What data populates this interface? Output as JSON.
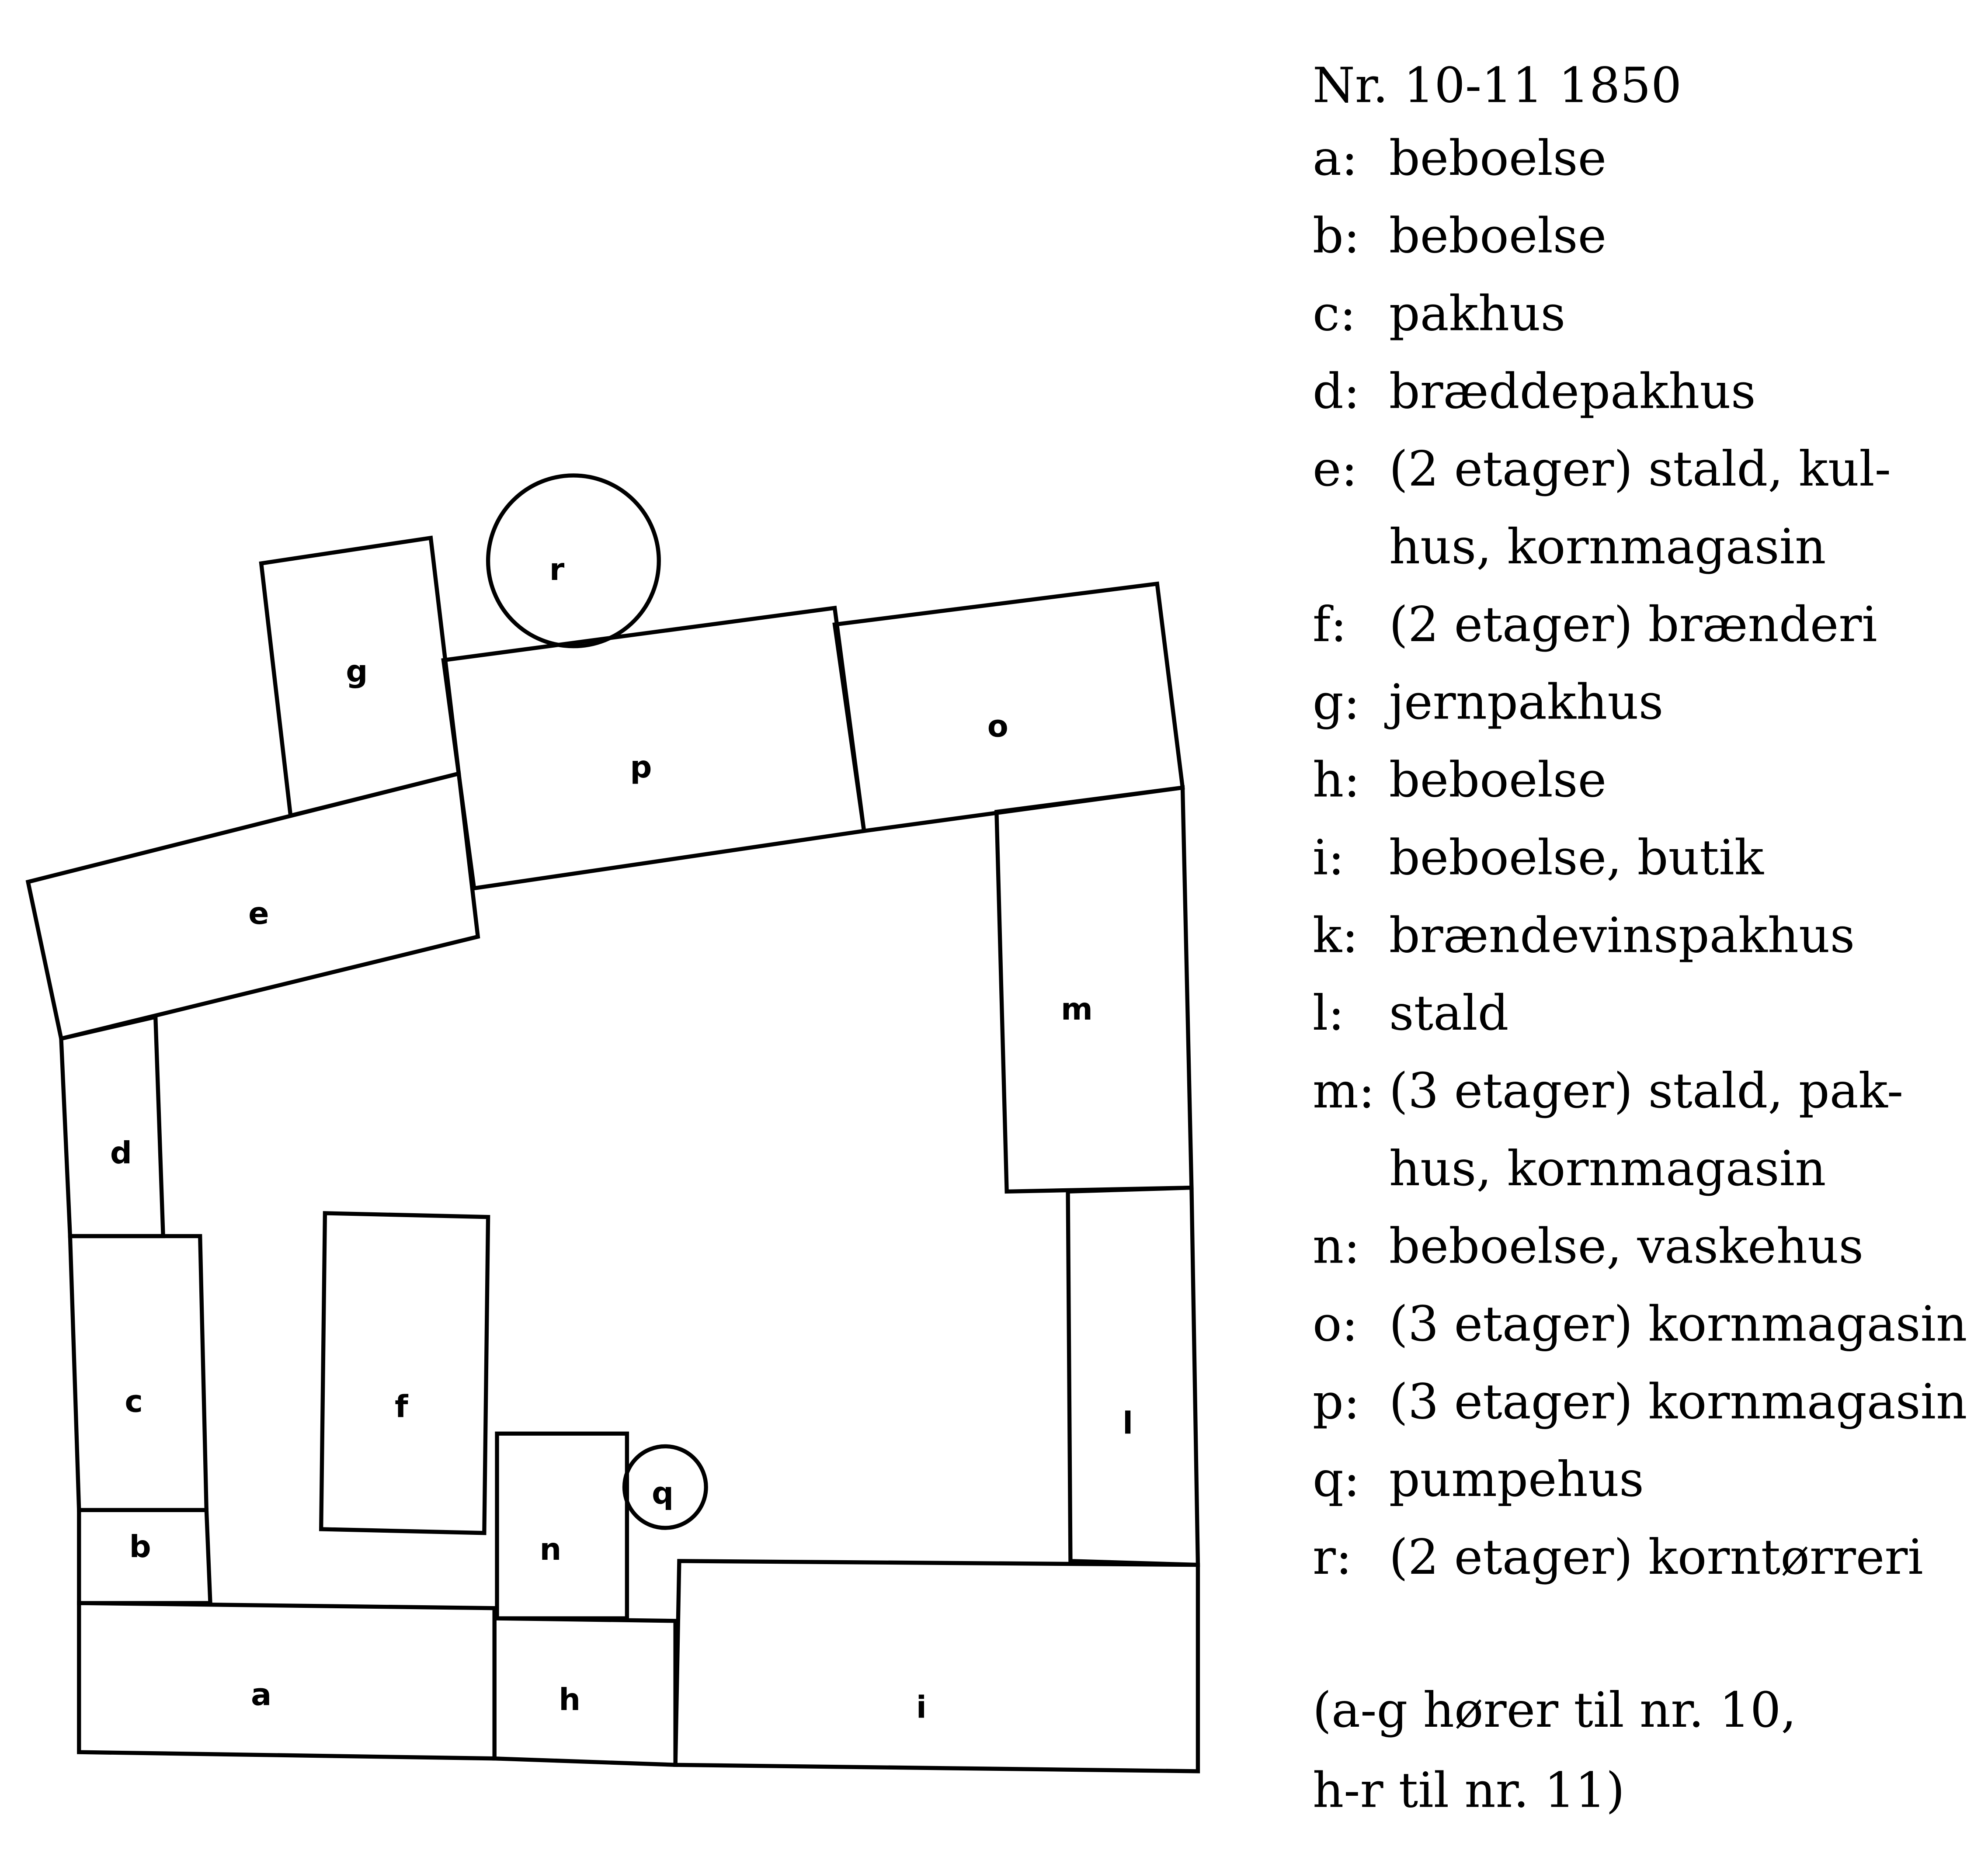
{
  "diagram": {
    "buildings": [
      {
        "id": "a",
        "label": "a"
      },
      {
        "id": "b",
        "label": "b"
      },
      {
        "id": "c",
        "label": "c"
      },
      {
        "id": "d",
        "label": "d"
      },
      {
        "id": "e",
        "label": "e"
      },
      {
        "id": "f",
        "label": "f"
      },
      {
        "id": "g",
        "label": "g"
      },
      {
        "id": "h",
        "label": "h"
      },
      {
        "id": "i",
        "label": "i"
      },
      {
        "id": "l",
        "label": "l"
      },
      {
        "id": "m",
        "label": "m"
      },
      {
        "id": "n",
        "label": "n"
      },
      {
        "id": "o",
        "label": "o"
      },
      {
        "id": "p",
        "label": "p"
      },
      {
        "id": "q",
        "label": "q"
      },
      {
        "id": "r",
        "label": "r"
      }
    ]
  },
  "legend": {
    "title": "Nr. 10-11  1850",
    "items": [
      {
        "key": "a:",
        "text": "beboelse"
      },
      {
        "key": "b:",
        "text": "beboelse"
      },
      {
        "key": "c:",
        "text": "pakhus"
      },
      {
        "key": "d:",
        "text": "bræddepakhus"
      },
      {
        "key": "e:",
        "text": "(2 etager) stald, kul-",
        "cont": "hus, kornmagasin"
      },
      {
        "key": "f:",
        "text": "(2 etager) brænderi"
      },
      {
        "key": "g:",
        "text": "jernpakhus"
      },
      {
        "key": "h:",
        "text": "beboelse"
      },
      {
        "key": "i:",
        "text": "beboelse, butik"
      },
      {
        "key": "k:",
        "text": "brændevinspakhus"
      },
      {
        "key": "l:",
        "text": "stald"
      },
      {
        "key": "m:",
        "text": "(3 etager) stald, pak-",
        "cont": "hus, kornmagasin"
      },
      {
        "key": "n:",
        "text": "beboelse, vaskehus"
      },
      {
        "key": "o:",
        "text": "(3 etager) kornmagasin"
      },
      {
        "key": "p:",
        "text": "(3 etager) kornmagasin"
      },
      {
        "key": "q:",
        "text": "pumpehus"
      },
      {
        "key": "r:",
        "text": "(2 etager) korntørreri"
      }
    ],
    "note_line1": "(a-g hører til nr. 10,",
    "note_line2": "h-r til nr. 11)"
  }
}
